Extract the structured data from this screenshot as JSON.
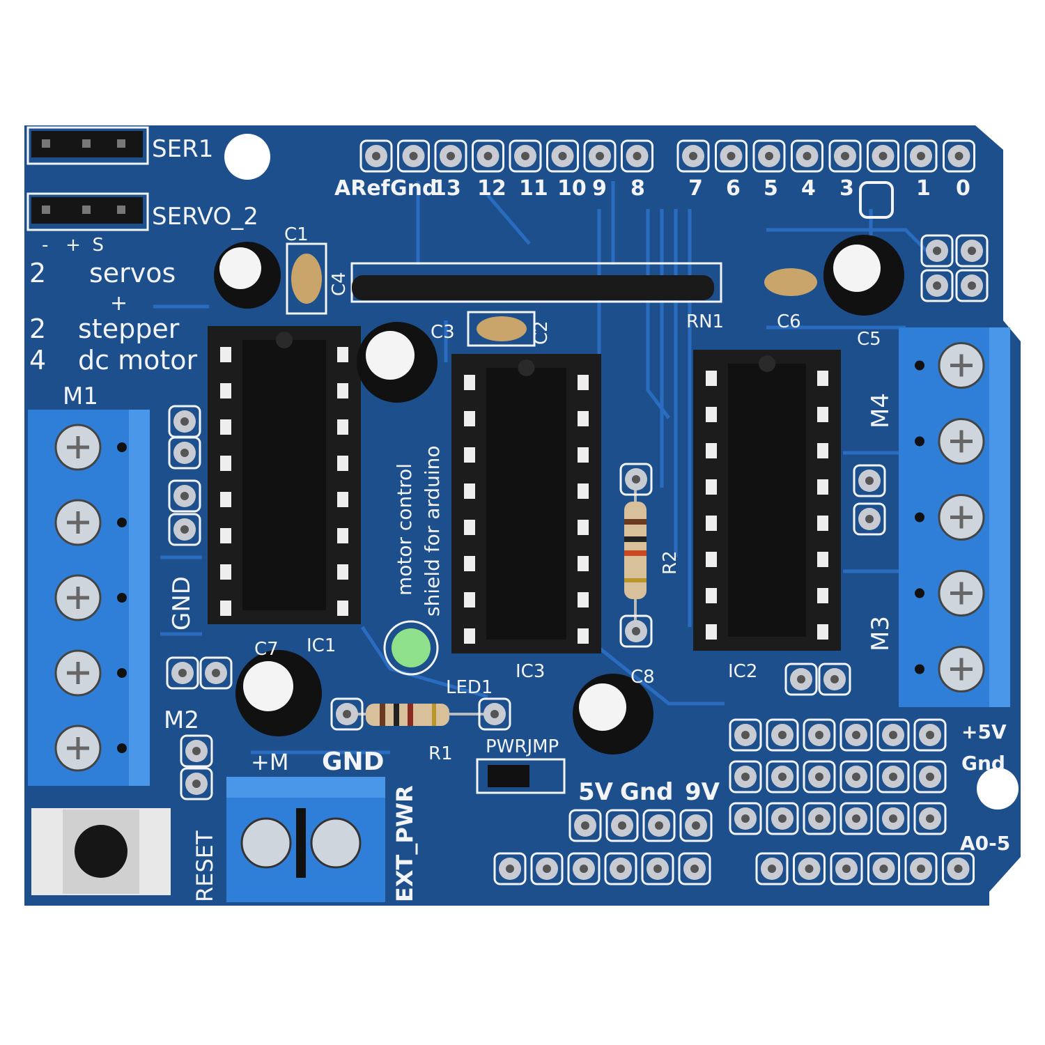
{
  "colors": {
    "board": "#1d4f8c",
    "trace": "#2a6cc0",
    "terminal": "#2f7fd8",
    "ic": "#1a1a1a",
    "led": "#8fe08a",
    "silkscreen": "#f2f4f8"
  },
  "servo": {
    "ser1": "SER1",
    "servo2": "SERVO_2",
    "polarity": "-   +  S"
  },
  "features": {
    "l1n": "2",
    "l1": "servos",
    "plus": "+",
    "l2n": "2",
    "l2": "stepper",
    "l3n": "4",
    "l3": "dc motor"
  },
  "pins_top_left": [
    "ARef",
    "Gnd",
    "13",
    "12",
    "11",
    "10",
    "9",
    "8"
  ],
  "pins_top_right": [
    "7",
    "6",
    "5",
    "4",
    "3",
    "1",
    "0"
  ],
  "motors": {
    "m1": "M1",
    "m2": "M2",
    "m3": "M3",
    "m4": "M4",
    "gnd": "GND"
  },
  "components": {
    "c1": "C1",
    "c2": "C2",
    "c3": "C3",
    "c4": "C4",
    "c5": "C5",
    "c6": "C6",
    "c7": "C7",
    "c8": "C8",
    "rn1": "RN1",
    "ic1": "IC1",
    "ic2": "IC2",
    "ic3": "IC3",
    "led1": "LED1",
    "r1": "R1",
    "r2": "R2"
  },
  "board_title": {
    "line1": "motor control",
    "line2": "shield for arduino"
  },
  "power": {
    "plus_m": "+M",
    "gnd": "GND",
    "ext_pwr": "EXT_PWR",
    "reset": "RESET",
    "pwrjmp": "PWRJMP",
    "v5": "5V",
    "gnd2": "Gnd",
    "v9": "9V"
  },
  "right_labels": {
    "plus5v": "+5V",
    "gnd": "Gnd",
    "a05": "A0-5"
  }
}
